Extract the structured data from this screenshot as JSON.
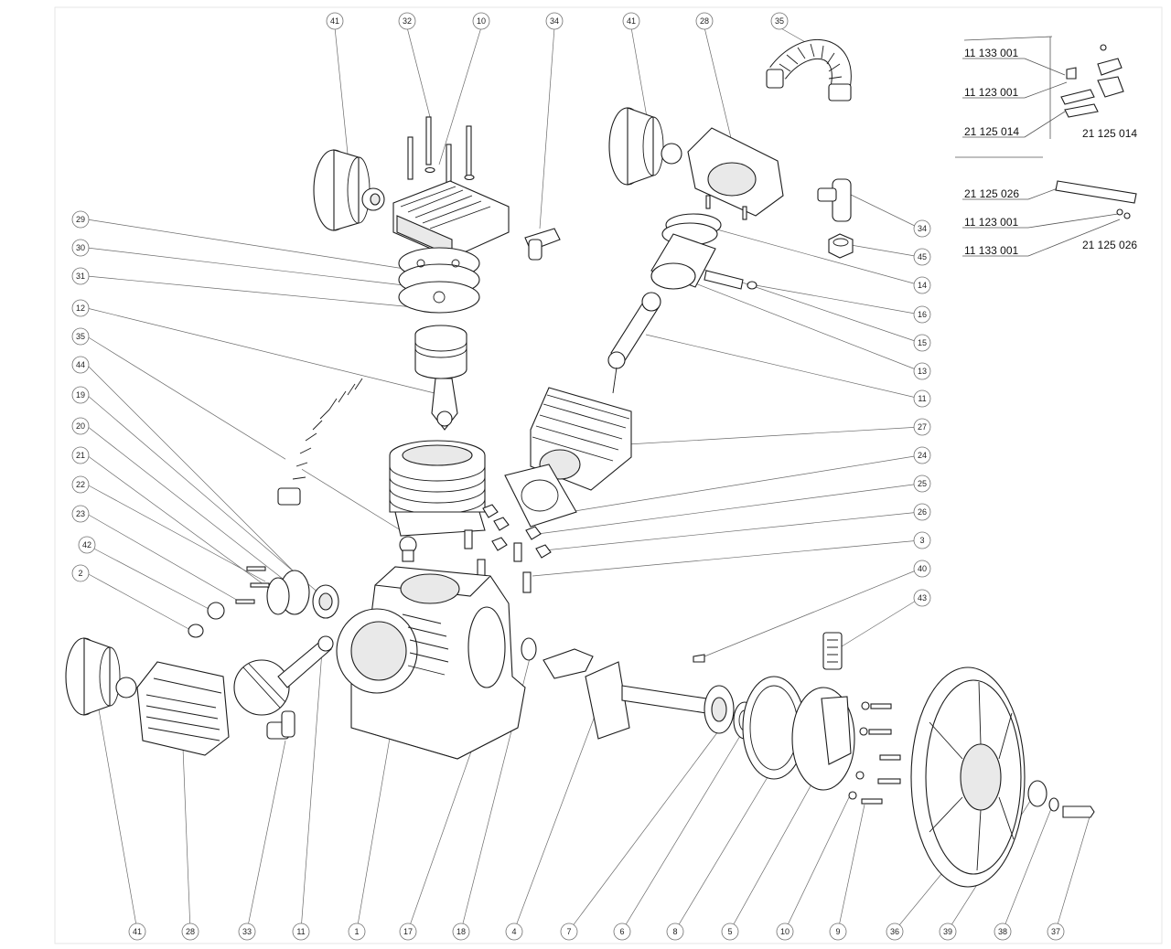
{
  "callouts": [
    {
      "id": "c-top-41",
      "label": "41"
    },
    {
      "id": "c-top-32",
      "label": "32"
    },
    {
      "id": "c-top-10",
      "label": "10"
    },
    {
      "id": "c-top-34",
      "label": "34"
    },
    {
      "id": "c-top-41b",
      "label": "41"
    },
    {
      "id": "c-top-28",
      "label": "28"
    },
    {
      "id": "c-top-35",
      "label": "35"
    },
    {
      "id": "c-left-29",
      "label": "29"
    },
    {
      "id": "c-left-30",
      "label": "30"
    },
    {
      "id": "c-left-31",
      "label": "31"
    },
    {
      "id": "c-left-12",
      "label": "12"
    },
    {
      "id": "c-left-35",
      "label": "35"
    },
    {
      "id": "c-left-44",
      "label": "44"
    },
    {
      "id": "c-left-19",
      "label": "19"
    },
    {
      "id": "c-left-20",
      "label": "20"
    },
    {
      "id": "c-left-21",
      "label": "21"
    },
    {
      "id": "c-left-22",
      "label": "22"
    },
    {
      "id": "c-left-23",
      "label": "23"
    },
    {
      "id": "c-left-42",
      "label": "42"
    },
    {
      "id": "c-left-2",
      "label": "2"
    },
    {
      "id": "c-right-34",
      "label": "34"
    },
    {
      "id": "c-right-45",
      "label": "45"
    },
    {
      "id": "c-right-14",
      "label": "14"
    },
    {
      "id": "c-right-16",
      "label": "16"
    },
    {
      "id": "c-right-15",
      "label": "15"
    },
    {
      "id": "c-right-13",
      "label": "13"
    },
    {
      "id": "c-right-11",
      "label": "11"
    },
    {
      "id": "c-right-27",
      "label": "27"
    },
    {
      "id": "c-right-24",
      "label": "24"
    },
    {
      "id": "c-right-25",
      "label": "25"
    },
    {
      "id": "c-right-26",
      "label": "26"
    },
    {
      "id": "c-right-3",
      "label": "3"
    },
    {
      "id": "c-right-40",
      "label": "40"
    },
    {
      "id": "c-right-43",
      "label": "43"
    },
    {
      "id": "c-bot-41",
      "label": "41"
    },
    {
      "id": "c-bot-28",
      "label": "28"
    },
    {
      "id": "c-bot-33",
      "label": "33"
    },
    {
      "id": "c-bot-11",
      "label": "11"
    },
    {
      "id": "c-bot-1",
      "label": "1"
    },
    {
      "id": "c-bot-17",
      "label": "17"
    },
    {
      "id": "c-bot-18",
      "label": "18"
    },
    {
      "id": "c-bot-4",
      "label": "4"
    },
    {
      "id": "c-bot-7",
      "label": "7"
    },
    {
      "id": "c-bot-6",
      "label": "6"
    },
    {
      "id": "c-bot-8",
      "label": "8"
    },
    {
      "id": "c-bot-5",
      "label": "5"
    },
    {
      "id": "c-bot-10",
      "label": "10"
    },
    {
      "id": "c-bot-9",
      "label": "9"
    },
    {
      "id": "c-bot-36",
      "label": "36"
    },
    {
      "id": "c-bot-39",
      "label": "39"
    },
    {
      "id": "c-bot-38",
      "label": "38"
    },
    {
      "id": "c-bot-37",
      "label": "37"
    }
  ],
  "part_codes": {
    "group_a": [
      "11 133 001",
      "11 123 001",
      "21 125 014"
    ],
    "group_a_side": "21 125 014",
    "group_b": [
      "21 125 026",
      "11 123 001",
      "11 133 001"
    ],
    "group_b_side": "21 125 026"
  }
}
